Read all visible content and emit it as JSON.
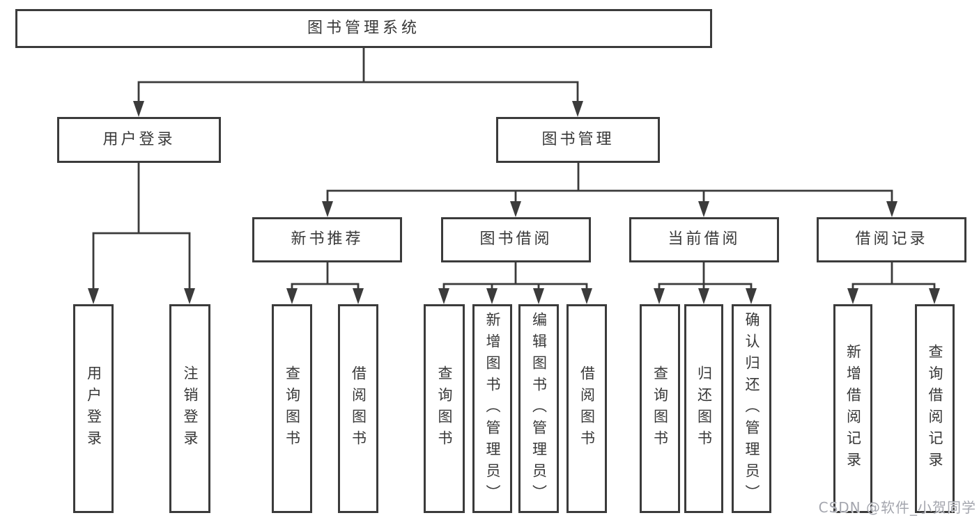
{
  "diagram": {
    "title": "图书管理系统",
    "root": {
      "label": "图书管理系统"
    },
    "branches": [
      {
        "label": "用户登录",
        "children": [
          {
            "label": "用户登录"
          },
          {
            "label": "注销登录"
          }
        ]
      },
      {
        "label": "图书管理",
        "children": [
          {
            "label": "新书推荐",
            "children": [
              {
                "label": "查询图书"
              },
              {
                "label": "借阅图书"
              }
            ]
          },
          {
            "label": "图书借阅",
            "children": [
              {
                "label": "查询图书"
              },
              {
                "label": "新增图书（管理员）"
              },
              {
                "label": "编辑图书（管理员）"
              },
              {
                "label": "借阅图书"
              }
            ]
          },
          {
            "label": "当前借阅",
            "children": [
              {
                "label": "查询图书"
              },
              {
                "label": "归还图书"
              },
              {
                "label": "确认归还（管理员）"
              }
            ]
          },
          {
            "label": "借阅记录",
            "children": [
              {
                "label": "新增借阅记录"
              },
              {
                "label": "查询借阅记录"
              }
            ]
          }
        ]
      }
    ]
  },
  "colors": {
    "line": "#3b3b3b",
    "text": "#383838",
    "watermark": "#a4a6ae"
  },
  "watermark": {
    "text": "CSDN @软件_小贺同学"
  }
}
